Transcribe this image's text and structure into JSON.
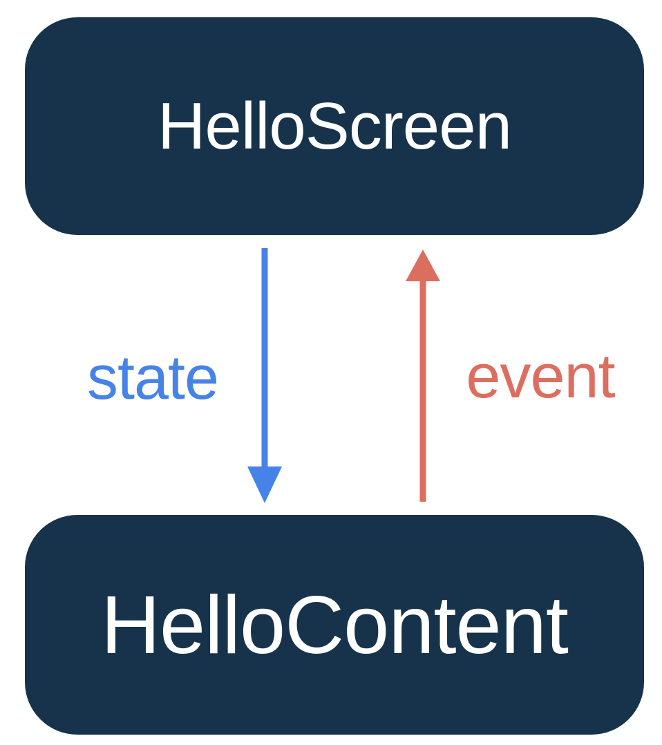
{
  "diagram": {
    "type": "component-state-flow",
    "nodes": [
      {
        "id": "hello-screen",
        "label": "HelloScreen"
      },
      {
        "id": "hello-content",
        "label": "HelloContent"
      }
    ],
    "edges": [
      {
        "label": "state",
        "from": "hello-screen",
        "to": "hello-content",
        "direction": "down"
      },
      {
        "label": "event",
        "from": "hello-content",
        "to": "hello-screen",
        "direction": "up"
      }
    ],
    "colors": {
      "background": "#ffffff",
      "node_fill": "#17334b",
      "node_text": "#ffffff",
      "state_blue": "#4583e8",
      "event_red": "#dc6e60"
    }
  }
}
